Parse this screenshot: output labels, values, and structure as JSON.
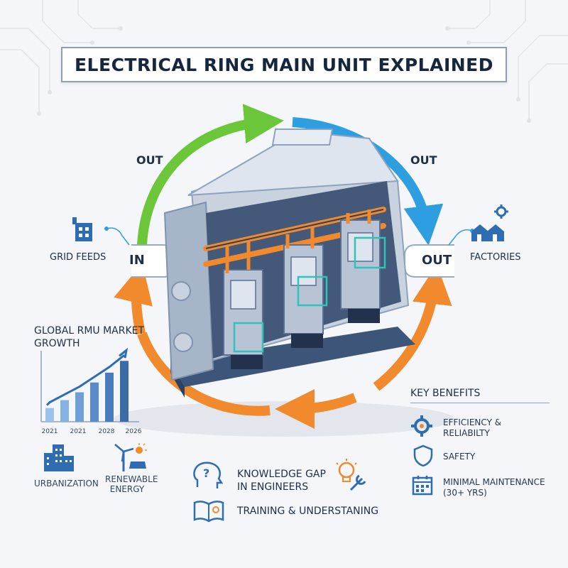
{
  "title": "ELECTRICAL RING MAIN UNIT EXPLAINED",
  "flow": {
    "out_top_left": "OUT",
    "out_top_right": "OUT",
    "in_label": "IN",
    "out_right": "OUT",
    "grid_feeds": "GRID FEEDS",
    "factories": "FACTORIES"
  },
  "market": {
    "heading_line1": "GLOBAL RMU MARKET",
    "heading_line2": "GROWTH",
    "chart_data": {
      "type": "bar",
      "categories": [
        "",
        "",
        "",
        "",
        "",
        ""
      ],
      "values": [
        14,
        22,
        30,
        40,
        50,
        62
      ],
      "tick_labels": [
        "2021",
        "2021",
        "2028",
        "2026"
      ],
      "trend": "increasing"
    }
  },
  "drivers": {
    "urbanization": "URBANIZATION",
    "renewable_line1": "RENEWABLE",
    "renewable_line2": "ENERGY"
  },
  "knowledge": {
    "line1": "KNOWLEDGE GAP",
    "line2": "IN ENGINEERS",
    "training": "TRAINING & UNDERSTANING"
  },
  "benefits": {
    "heading": "KEY BENEFITS",
    "items": [
      {
        "line1": "EFFICIENCY &",
        "line2": "RELIABILTY",
        "icon": "gear-icon"
      },
      {
        "line1": "SAFETY",
        "line2": "",
        "icon": "shield-icon"
      },
      {
        "line1": "MINIMAL MAINTENANCE",
        "line2": "(30+ YRS)",
        "icon": "calendar-icon"
      }
    ]
  },
  "colors": {
    "green_arrow": "#6cc63a",
    "blue_arrow": "#2d9fe0",
    "orange_arrow": "#f08a2c",
    "icon_blue": "#2f6db3",
    "busbar_orange": "#f08a2c",
    "unit_steel": "#8fa2bd"
  }
}
